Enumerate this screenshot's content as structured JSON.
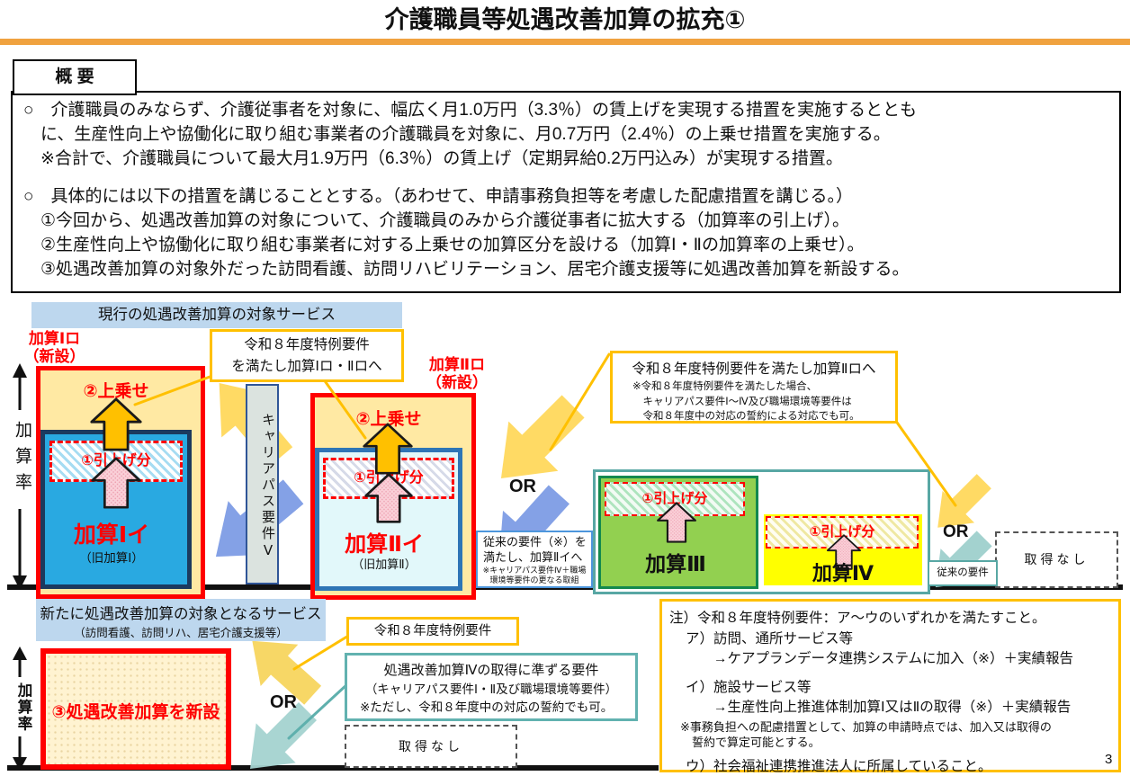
{
  "colors": {
    "accent_red": "#FF0000",
    "rule_orange": "#F0A23F",
    "callout_gold": "#FFC000",
    "label_blue_bg": "#BDD7EE",
    "kasan1_blue": "#29A9E1",
    "kasan2_cyan": "#E2F8FA",
    "kasan3_green": "#92D050",
    "kasan4_yellow": "#FFFF00",
    "teal": "#62B2B0",
    "soft_arrow_yellow": "#FFD95C",
    "soft_arrow_blue": "#7E9CE5",
    "soft_arrow_teal": "#9FD0CD"
  },
  "header": {
    "title": "介護職員等処遇改善加算の拡充①"
  },
  "overview": {
    "label": "概 要",
    "para1": "○　介護職員のみならず、介護従事者を対象に、幅広く月1.0万円（3.3％）の賃上げを実現する措置を実施するととも\n　に、生産性向上や協働化に取り組む事業者の介護職員を対象に、月0.7万円（2.4％）の上乗せ措置を実施する。\n　※合計で、介護職員について最大月1.9万円（6.3％）の賃上げ（定期昇給0.2万円込み）が実現する措置。",
    "para2": "○　具体的には以下の措置を講じることとする。（あわせて、申請事務負担等を考慮した配慮措置を講じる。）\n　①今回から、処遇改善加算の対象について、介護職員のみから介護従事者に拡大する（加算率の引上げ）。\n　②生産性向上や協働化に取り組む事業者に対する上乗せの加算区分を設ける（加算Ⅰ・Ⅱの加算率の上乗せ）。\n　③処遇改善加算の対象外だった訪問看護、訪問リハビリテーション、居宅介護支援等に処遇改善加算を新設する。"
  },
  "current": {
    "section_label": "現行の処遇改善加算の対象サービス",
    "axis_label": "加算率",
    "kasan1_tag": "加算Ⅰロ\n（新設）",
    "kasan2_tag": "加算Ⅱロ\n（新設）",
    "uwanose": "②上乗せ",
    "hikiage": "①引上げ分",
    "kasan1_name": "加算Ⅰイ",
    "kasan1_old": "（旧加算Ⅰ）",
    "kasan2_name": "加算Ⅱイ",
    "kasan2_old": "（旧加算Ⅱ）",
    "career_path": "キャリアパス要件Ⅴ",
    "callout1": "令和８年度特例要件\nを満たし加算Ⅰロ・Ⅱロへ",
    "callout2_title": "令和８年度特例要件を満たし加算Ⅱロへ",
    "callout2_note": "※令和８年度特例要件を満たした場合、\n　キャリアパス要件Ⅰ～Ⅳ及び職場環境等要件は\n　令和８年度中の対応の誓約による対応でも可。",
    "or1": "OR",
    "or2": "OR",
    "legacy_req_main": "従来の要件（※）を\n満たし、加算Ⅱイへ",
    "legacy_req_note": "※キャリアパス要件Ⅳ＋職場\n環境等要件の更なる取組",
    "kasan3_name": "加算Ⅲ",
    "kasan4_name": "加算Ⅳ",
    "legacy_small": "従来の要件",
    "none_box": "取得なし"
  },
  "new": {
    "section_label_line1": "新たに処遇改善加算の対象となるサービス",
    "section_label_line2": "（訪問看護、訪問リハ、居宅介護支援等）",
    "axis_label": "加算率",
    "new_box": "③処遇改善加算を新設",
    "or": "OR",
    "callout": "令和８年度特例要件",
    "req_line1": "処遇改善加算Ⅳの取得に準ずる要件",
    "req_line2": "（キャリアパス要件Ⅰ・Ⅱ及び職場環境等要件）",
    "req_line3": "※ただし、令和８年度中の対応の誓約でも可。",
    "none_box": "取得なし"
  },
  "note": {
    "line1": "注）令和８年度特例要件：ア～ウのいずれかを満たすこと。",
    "item_a": "ア）訪問、通所サービス等\n　　→ケアプランデータ連携システムに加入（※）＋実績報告",
    "item_i": "イ）施設サービス等\n　　→生産性向上推進体制加算Ⅰ又はⅡの取得（※）＋実績報告",
    "remark": "※事務負担への配慮措置として、加算の申請時点では、加入又は取得の\n　誓約で算定可能とする。",
    "item_u": "ウ）社会福祉連携推進法人に所属していること。"
  },
  "page_number": "3"
}
